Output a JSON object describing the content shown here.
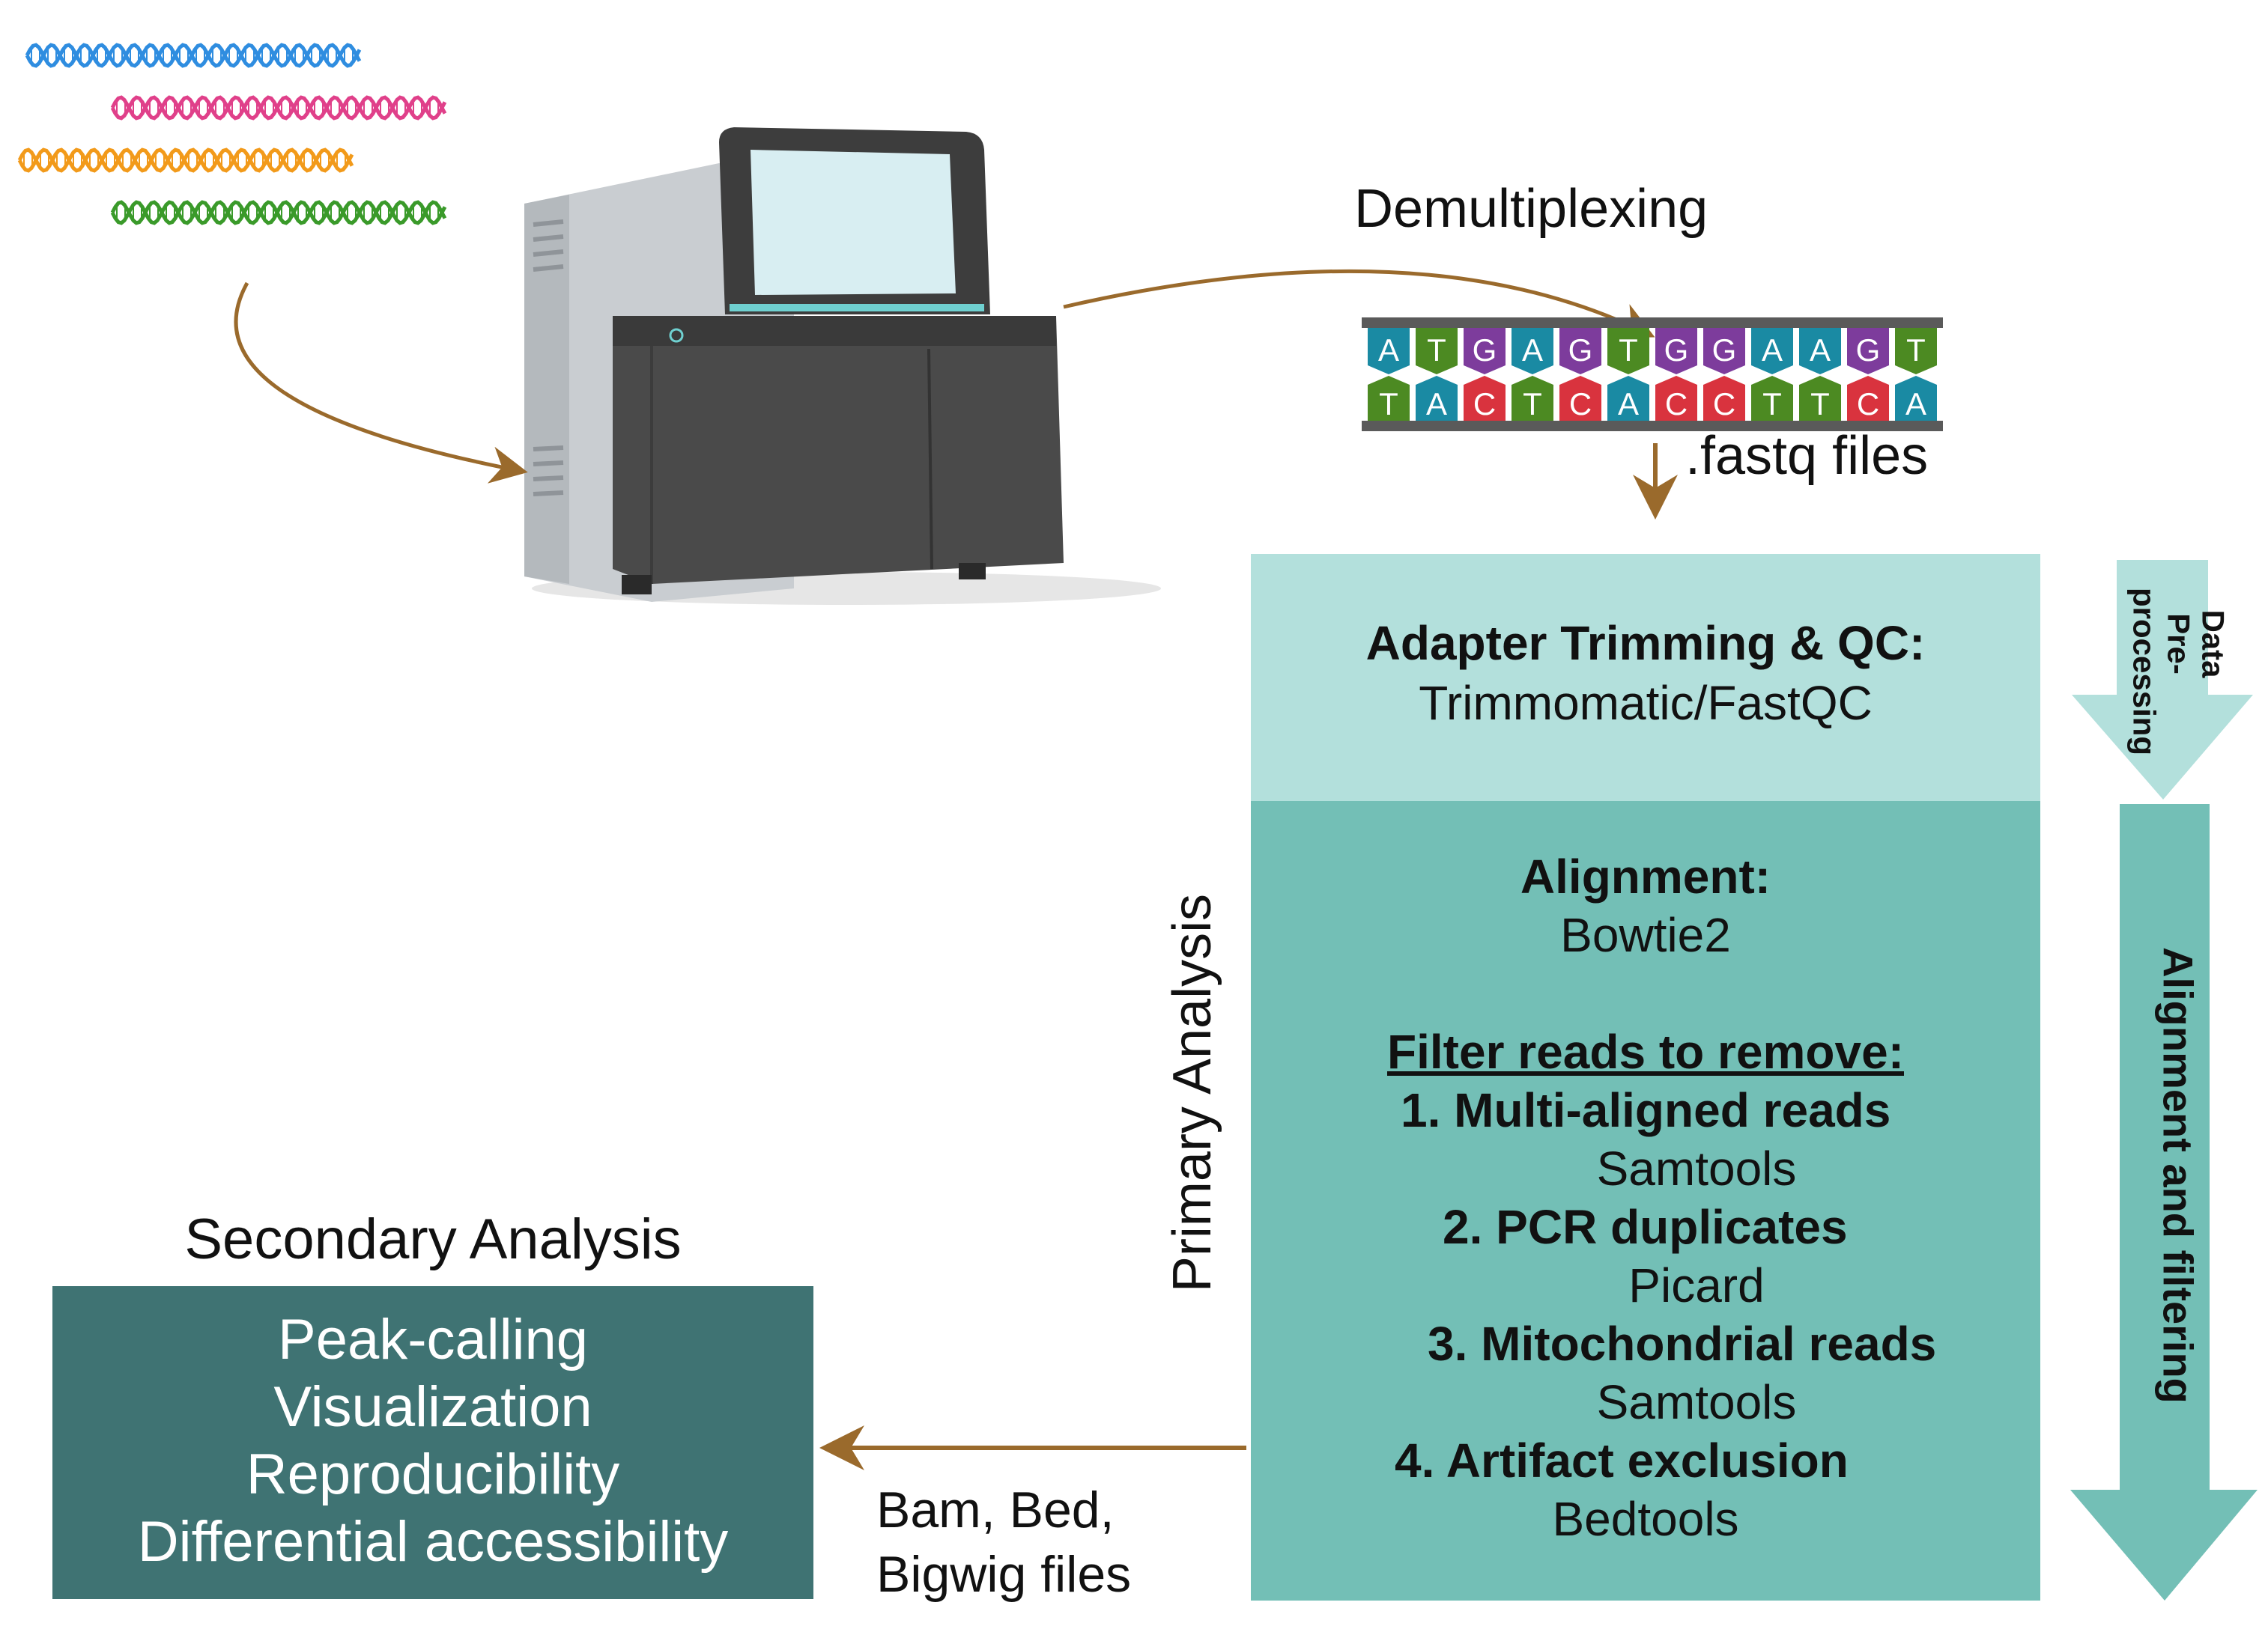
{
  "demultiplexing": {
    "label": "Demultiplexing"
  },
  "fastq": {
    "label": ".fastq files"
  },
  "preprocessing": {
    "side_label": "Data Pre-processing",
    "title": "Adapter Trimming & QC:",
    "tools": "Trimmomatic/FastQC",
    "color": "#b3e0dc"
  },
  "alignment": {
    "side_label": "Alignment and filtering",
    "title": "Alignment:",
    "tool": "Bowtie2",
    "color": "#73bfb6"
  },
  "filter": {
    "title": "Filter reads to remove:",
    "steps": [
      {
        "name": "1.  Multi-aligned reads",
        "tool": "Samtools"
      },
      {
        "name": "2.  PCR duplicates",
        "tool": "Picard"
      },
      {
        "name": "3.  Mitochondrial reads",
        "tool": "Samtools"
      },
      {
        "name": "4.  Artifact exclusion",
        "tool": "Bedtools"
      }
    ]
  },
  "primary_analysis": {
    "label": "Primary Analysis"
  },
  "secondary_analysis": {
    "title": "Secondary Analysis",
    "items": [
      "Peak-calling",
      "Visualization",
      "Reproducibility",
      "Differential accessibility"
    ],
    "color": "#3f7373"
  },
  "output_files": {
    "line1": "Bam, Bed,",
    "line2": "Bigwig files"
  },
  "dna": {
    "top_strand": [
      "A",
      "T",
      "G",
      "A",
      "G",
      "T",
      "G",
      "G",
      "A",
      "A",
      "G",
      "T"
    ],
    "bottom_strand": [
      "T",
      "A",
      "C",
      "T",
      "C",
      "A",
      "C",
      "C",
      "T",
      "T",
      "C",
      "A"
    ],
    "base_colors": {
      "A": "#1a8aa3",
      "T": "#4c8a22",
      "G": "#7d3c9c",
      "C": "#d9333e"
    }
  },
  "sample_strand_colors": [
    "#2f8de0",
    "#e0408a",
    "#f29a1a",
    "#3a9a2a"
  ],
  "arrow_color": "#9a6a2c"
}
